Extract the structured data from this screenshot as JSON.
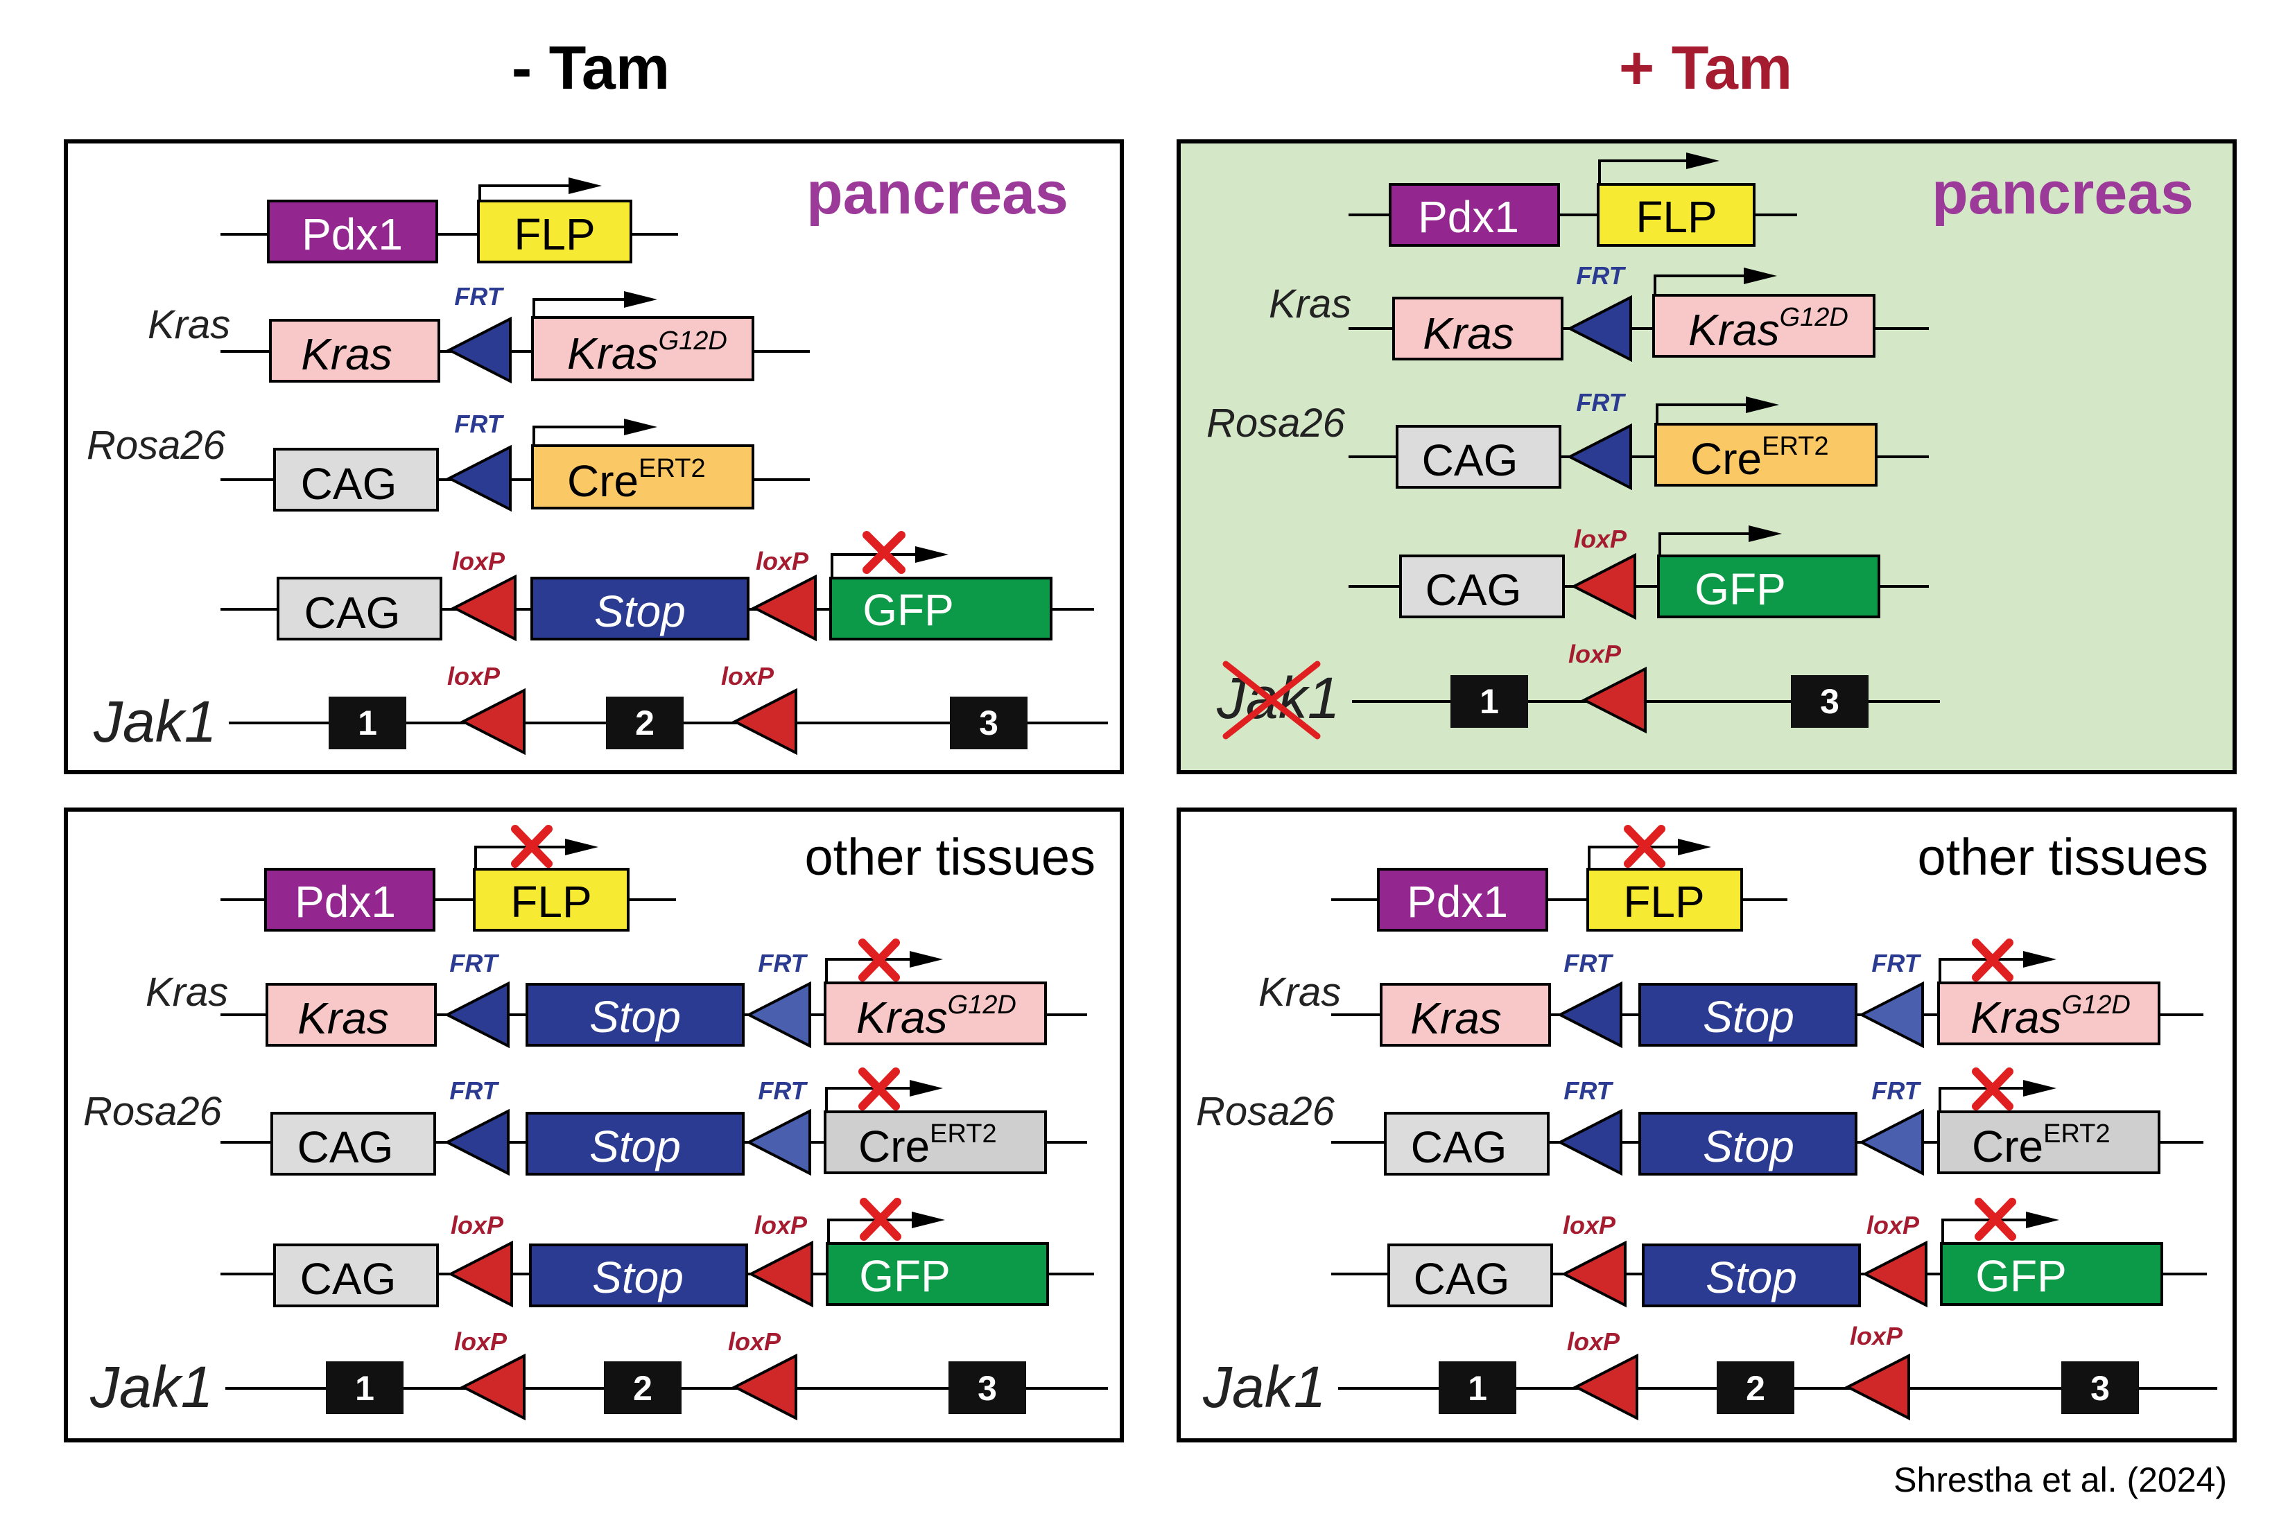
{
  "headers": {
    "minus": "- Tam",
    "plus": "+ Tam"
  },
  "colors": {
    "plus_header": "#a51c30",
    "pancreas_text": "#9b3a98",
    "pancreas_bg": "#d4e8c8",
    "pdx1": "#93268f",
    "flp": "#f7ea32",
    "kras": "#f8c8c8",
    "cag": "#dcdcdc",
    "cre_on": "#fbc866",
    "cre_off": "#cfcfcf",
    "stop": "#2b3b91",
    "gfp": "#0d9a48",
    "frt": "#2b3b91",
    "loxp": "#d02828",
    "cross": "#e02020",
    "exon": "#111111"
  },
  "labels": {
    "pdx1": "Pdx1",
    "flp": "FLP",
    "kras_locus": "Kras",
    "kras": "Kras",
    "kras_mut": "Kras",
    "kras_sup": "G12D",
    "rosa26": "Rosa26",
    "cag": "CAG",
    "cre": "Cre",
    "cre_sup": "ERT2",
    "stop": "Stop",
    "gfp": "GFP",
    "frt": "FRT",
    "loxp": "loxP",
    "jak1": "Jak1",
    "exon1": "1",
    "exon2": "2",
    "exon3": "3"
  },
  "panels": {
    "minus_pancreas": "pancreas",
    "plus_pancreas": "pancreas",
    "minus_other": "other tissues",
    "plus_other": "other tissues"
  },
  "credit": "Shrestha et al. (2024)"
}
